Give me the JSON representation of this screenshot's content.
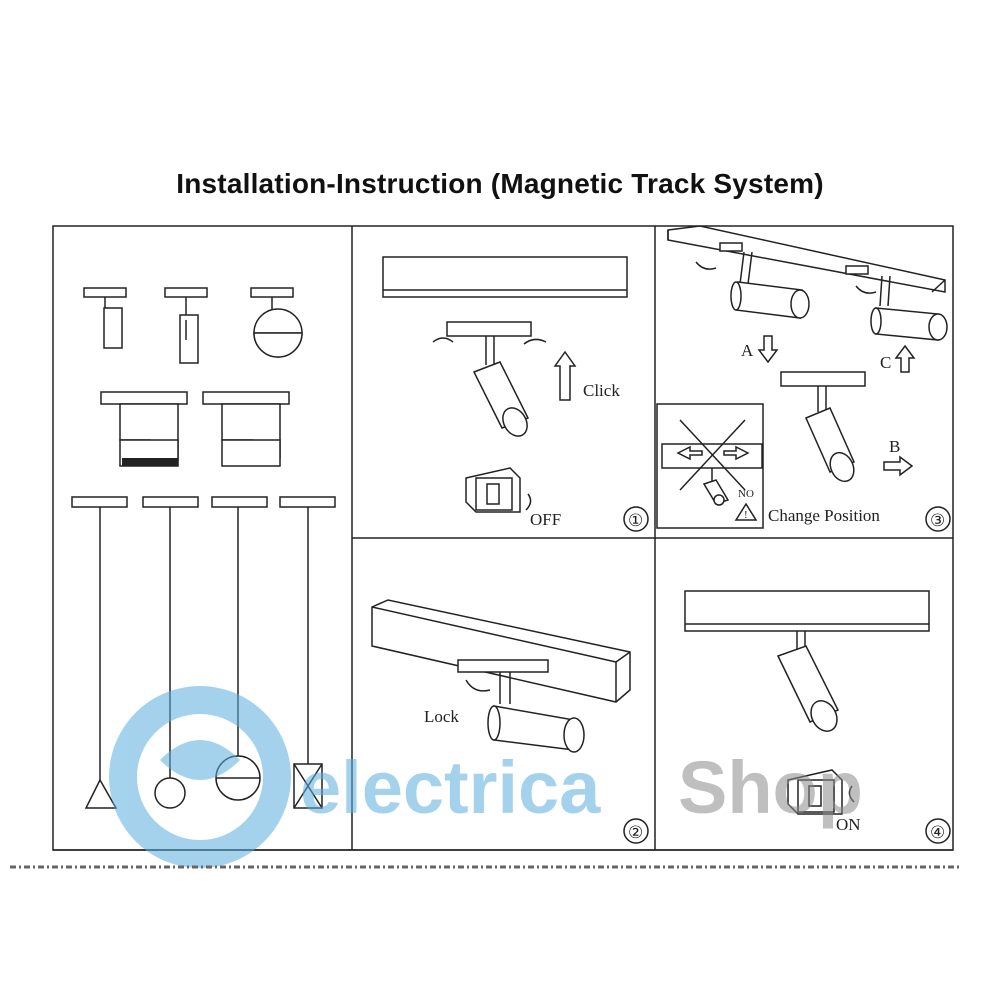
{
  "title": "Installation-Instruction (Magnetic Track System)",
  "steps": {
    "one": {
      "number": "①",
      "click_label": "Click",
      "switch_label": "OFF"
    },
    "two": {
      "number": "②",
      "lock_label": "Lock"
    },
    "three": {
      "number": "③",
      "a_label": "A",
      "b_label": "B",
      "c_label": "C",
      "no_label": "NO",
      "change_label": "Change Position"
    },
    "four": {
      "number": "④",
      "switch_label": "ON"
    }
  },
  "watermark": {
    "part1": "electrica",
    "part2": "Shop",
    "color_blue": "#5aaee0",
    "color_gray": "#8c8c8c"
  },
  "colors": {
    "line": "#222222",
    "background": "#ffffff"
  }
}
